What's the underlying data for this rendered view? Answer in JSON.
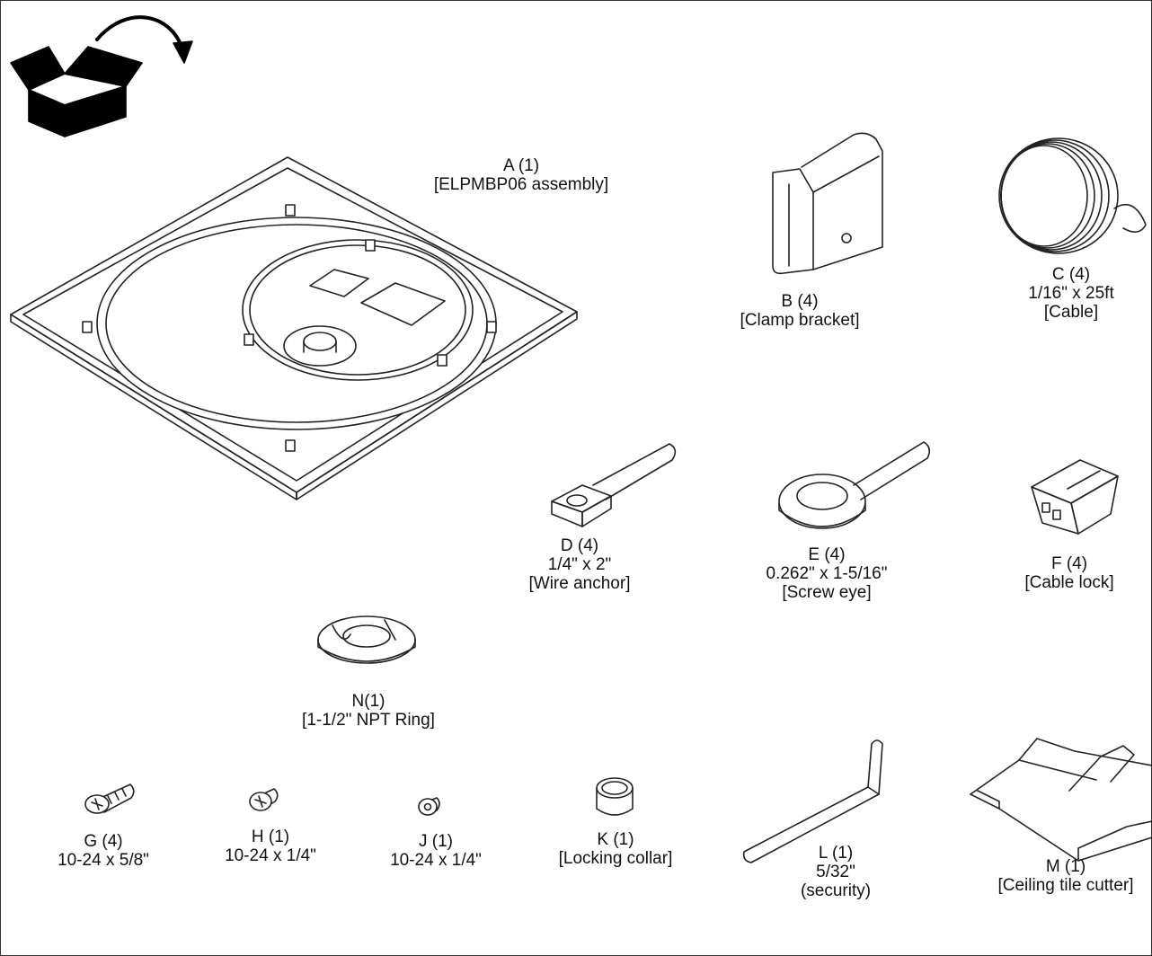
{
  "icons": {
    "unpack": "open-box-with-arrow-icon"
  },
  "parts": {
    "A": {
      "label": "A (1)",
      "desc": "[ELPMBP06 assembly]"
    },
    "B": {
      "label": "B (4)",
      "desc": "[Clamp bracket]"
    },
    "C": {
      "label": "C (4)",
      "spec": "1/16\" x 25ft",
      "desc": "[Cable]"
    },
    "D": {
      "label": "D (4)",
      "spec": "1/4\" x 2\"",
      "desc": "[Wire anchor]"
    },
    "E": {
      "label": "E (4)",
      "spec": "0.262\" x 1-5/16\"",
      "desc": "[Screw eye]"
    },
    "F": {
      "label": "F (4)",
      "desc": "[Cable lock]"
    },
    "N": {
      "label": "N(1)",
      "desc": "[1-1/2\" NPT Ring]"
    },
    "G": {
      "label": "G (4)",
      "spec": "10-24 x 5/8\""
    },
    "H": {
      "label": "H (1)",
      "spec": "10-24 x 1/4\""
    },
    "J": {
      "label": "J (1)",
      "spec": "10-24 x 1/4\""
    },
    "K": {
      "label": "K (1)",
      "desc": "[Locking collar]"
    },
    "L": {
      "label": "L (1)",
      "spec": "5/32\"",
      "desc": "(security)"
    },
    "M": {
      "label": "M (1)",
      "desc": "[Ceiling tile cutter]"
    }
  },
  "colors": {
    "line": "#222222",
    "fill": "#ffffff",
    "solid": "#000000"
  }
}
